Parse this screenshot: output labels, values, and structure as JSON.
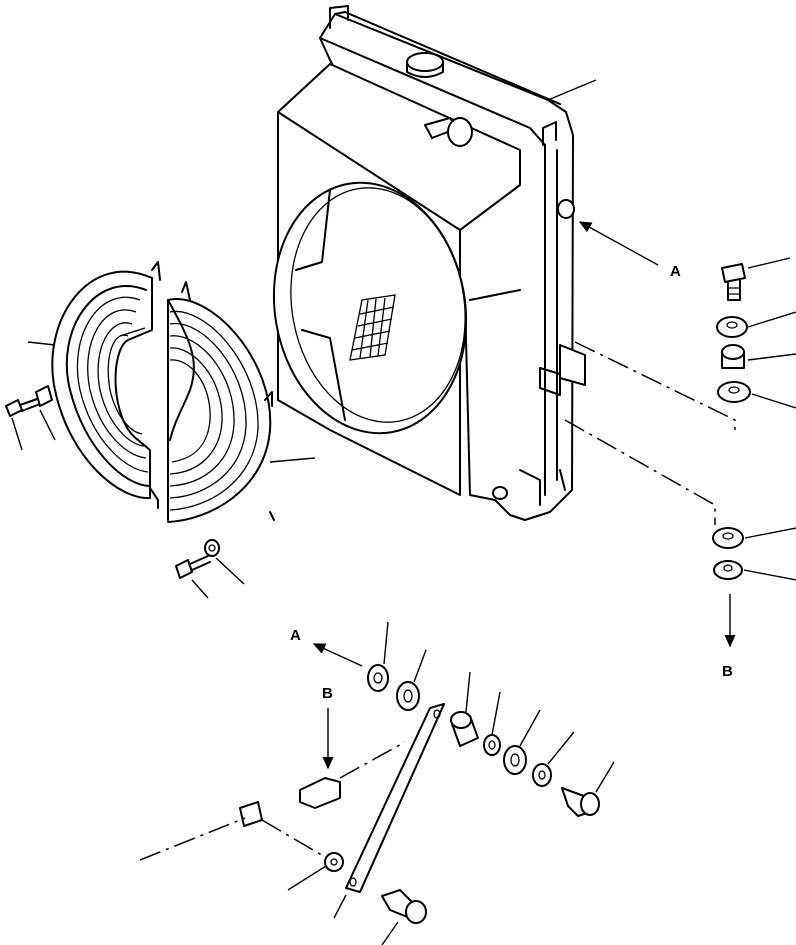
{
  "labels": {
    "a_top": "A",
    "b_right": "B",
    "a_bottom": "A",
    "b_bottom": "B"
  },
  "colors": {
    "line": "#000000",
    "background": "#ffffff"
  }
}
